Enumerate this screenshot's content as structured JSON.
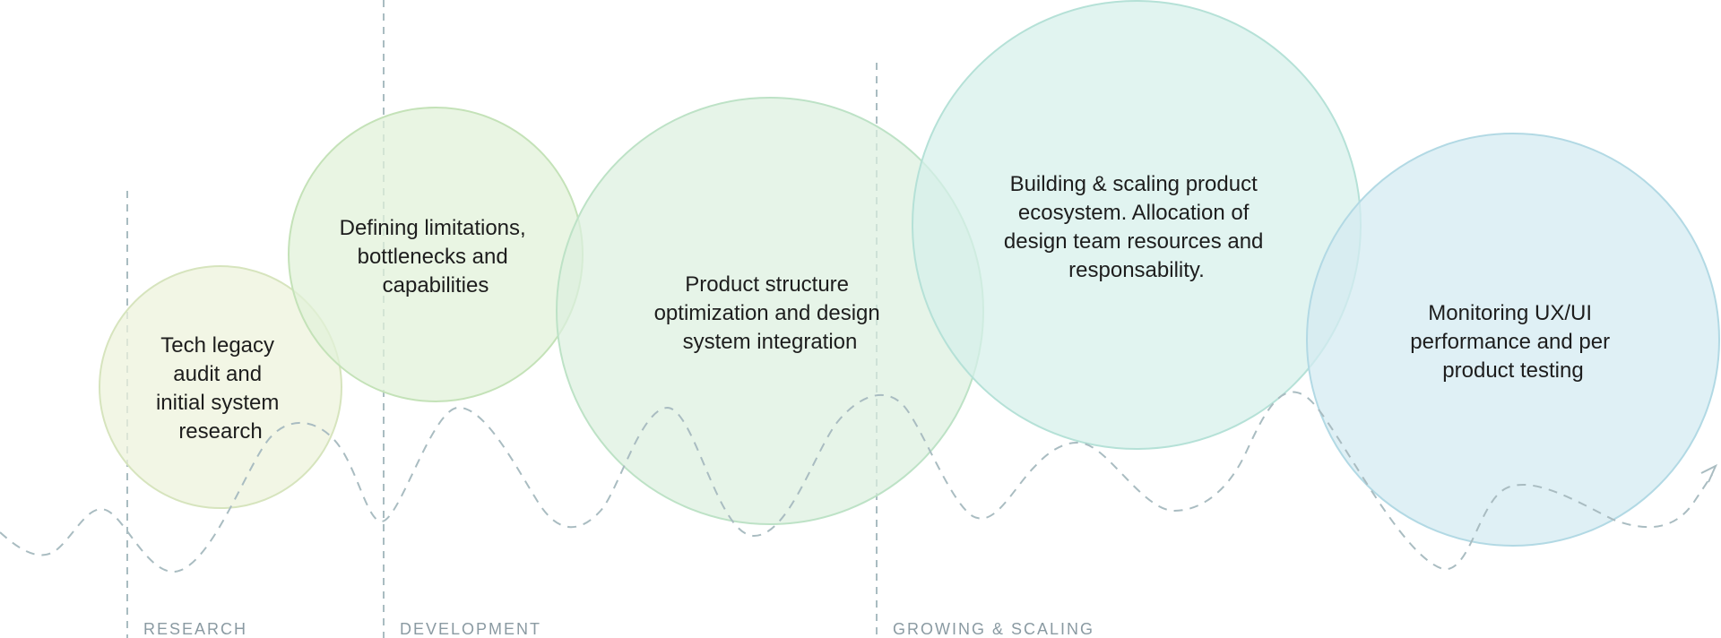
{
  "stages": [
    {
      "id": "tech-legacy",
      "lines": [
        "Tech legacy",
        "audit and",
        "initial system",
        "research"
      ],
      "color": "#edf3dc"
    },
    {
      "id": "defining-limitations",
      "lines": [
        "Defining limitations,",
        "bottlenecks and",
        "capabilities"
      ],
      "color": "#e1f1d9"
    },
    {
      "id": "product-structure",
      "lines": [
        "Product structure",
        "optimization and design",
        "system integration"
      ],
      "color": "#dcf0df"
    },
    {
      "id": "building-scaling",
      "lines": [
        "Building & scaling product",
        "ecosystem. Allocation of",
        "design team resources and",
        "responsability."
      ],
      "color": "#d6f0ea"
    },
    {
      "id": "monitoring",
      "lines": [
        "Monitoring UX/UI",
        "performance and per",
        "product testing"
      ],
      "color": "#d4ebf1"
    }
  ],
  "phases": [
    {
      "id": "research",
      "label": "RESEARCH"
    },
    {
      "id": "development",
      "label": "DEVELOPMENT"
    },
    {
      "id": "growing-scaling",
      "label": "GROWING & SCALING"
    }
  ]
}
